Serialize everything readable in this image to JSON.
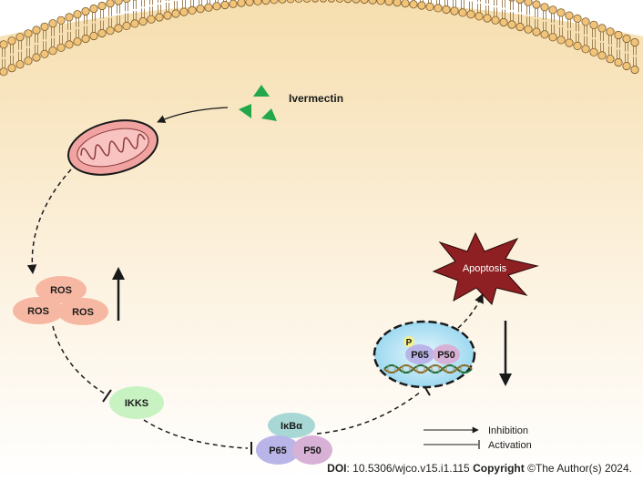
{
  "drug": {
    "label": "Ivermectin"
  },
  "ros": {
    "labels": [
      "ROS",
      "ROS",
      "ROS"
    ]
  },
  "kinase": {
    "label": "IKKS"
  },
  "inhibitor": {
    "label": "IκBα"
  },
  "nfkb": {
    "p65": "P65",
    "p50": "P50"
  },
  "nucleus": {
    "phospho": "P",
    "p65": "P65",
    "p50": "P50"
  },
  "outcome": {
    "label": "Apoptosis"
  },
  "legend": {
    "inhibition": "Inhibition",
    "activation": "Activation"
  },
  "footer": {
    "doi_label": "DOI",
    "doi_value": ": 10.5306/wjco.v15.i1.115",
    "copyright_label": "Copyright",
    "copyright_value": " ©The Author(s) 2024."
  },
  "colors": {
    "membrane_head": "#f2c47a",
    "drug_green": "#22a84a",
    "mito_fill": "#f0a3a0",
    "ros_fill": "#f7b8a3",
    "ikks_fill": "#c8f2c2",
    "ikba_fill": "#a8d8d6",
    "p65_fill": "#b9b5e8",
    "p50_fill": "#d8b2d6",
    "nucleus_fill": "#aee0f2",
    "apoptosis_fill": "#8e1f22",
    "phospho_fill": "#f4f08a"
  }
}
